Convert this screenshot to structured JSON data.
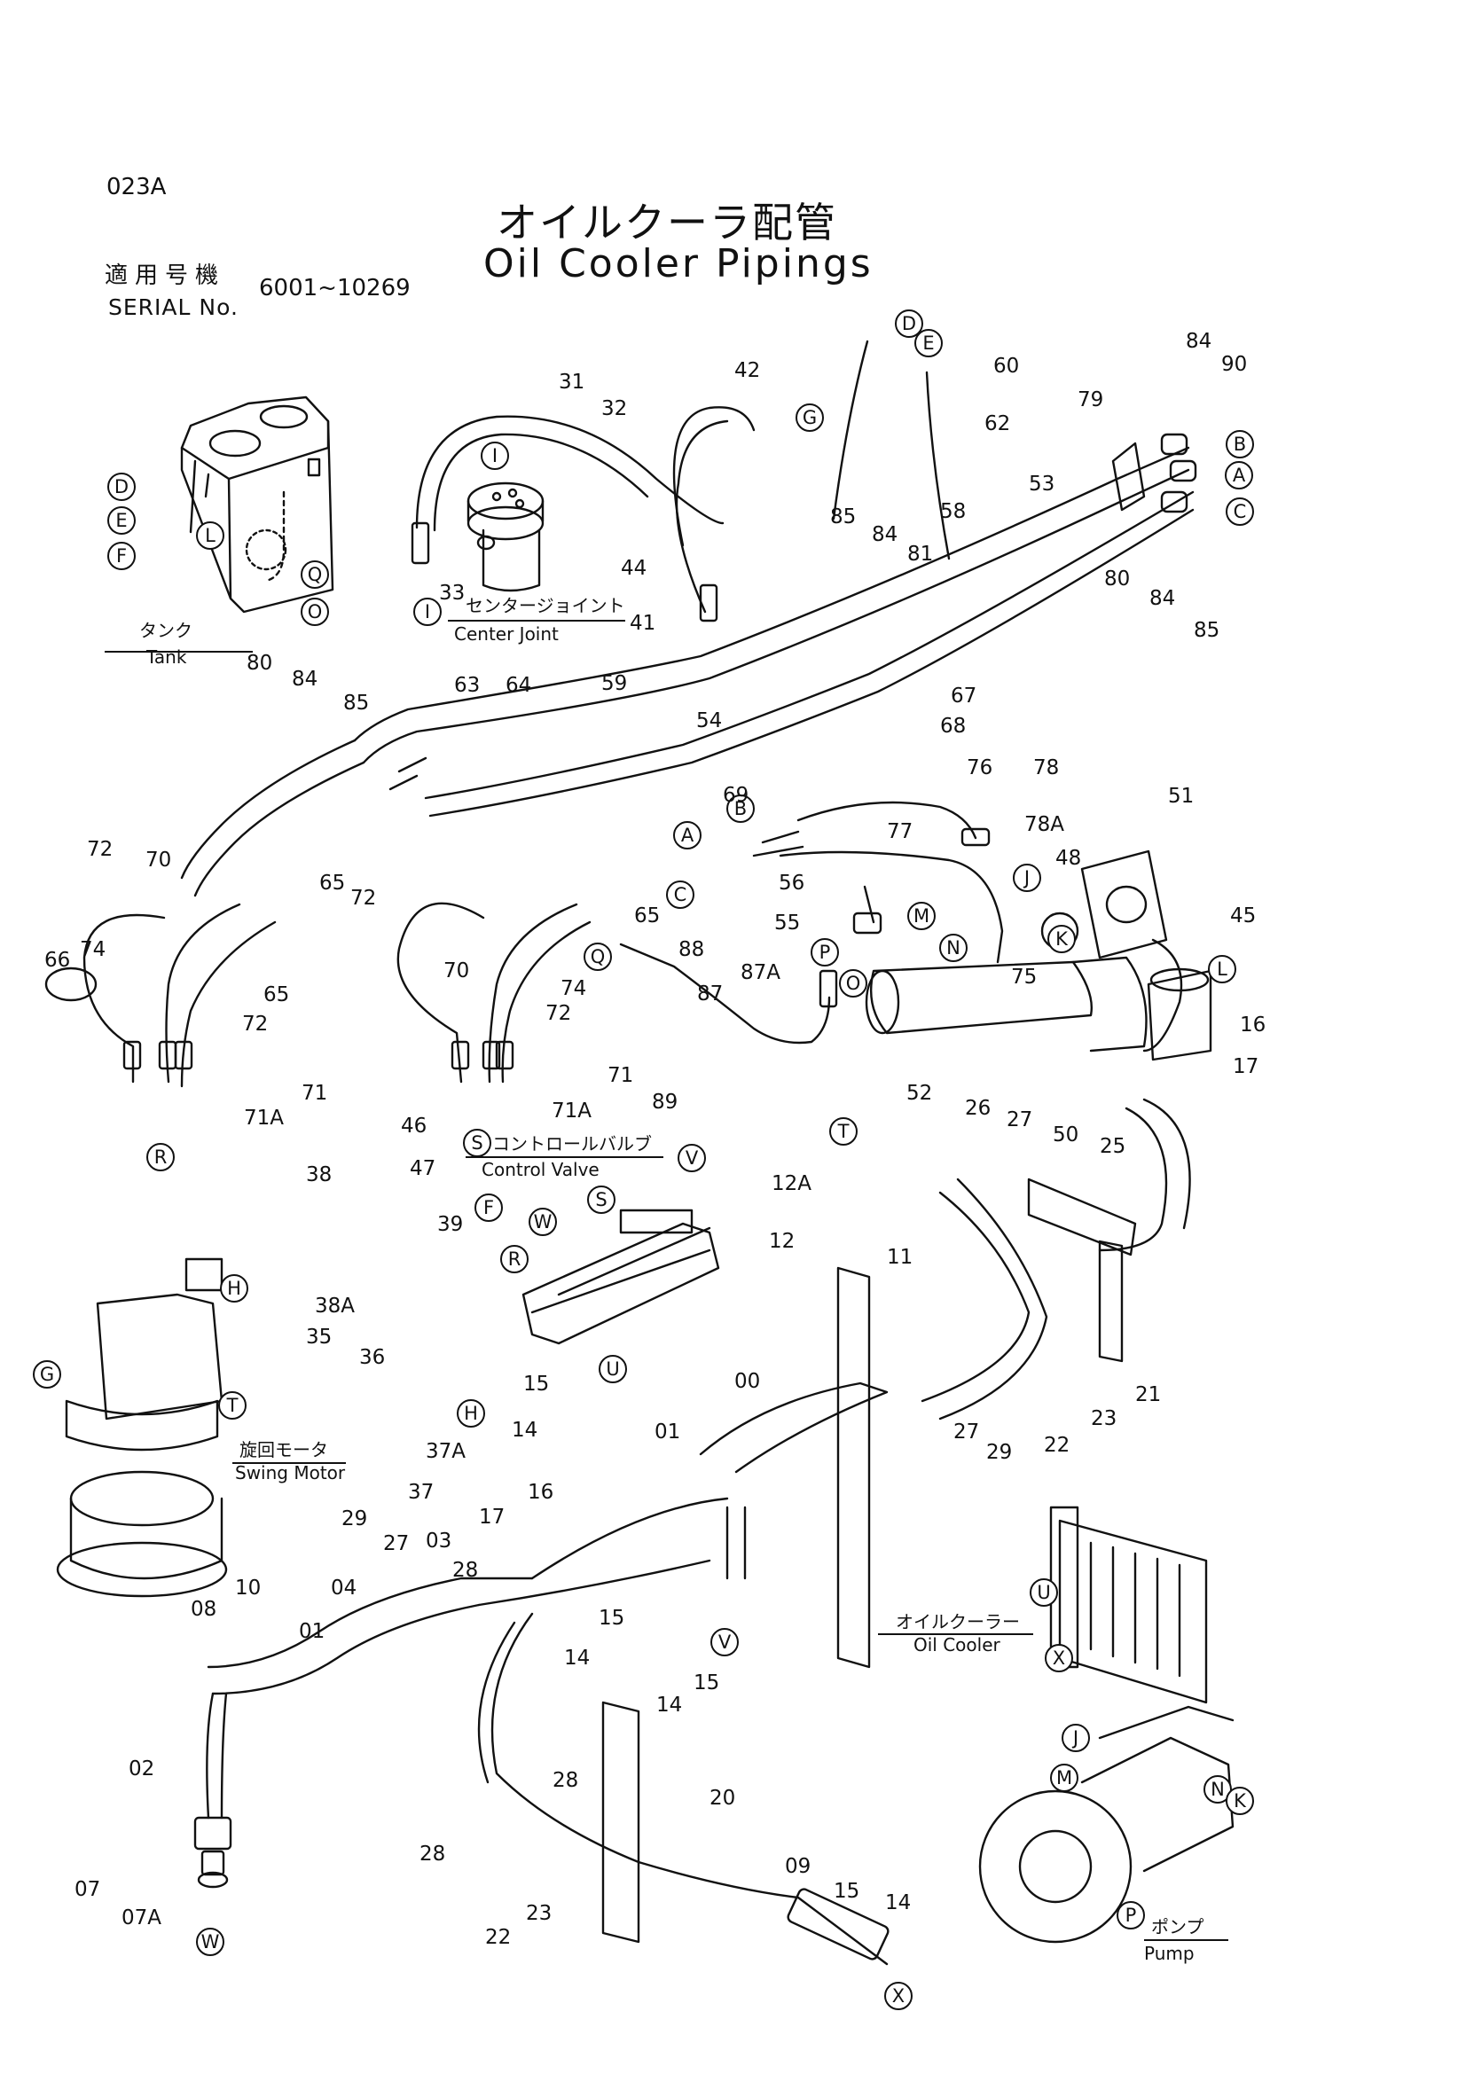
{
  "page_code": "023A",
  "title_jp": "オイルクーラ配管",
  "title_en": "Oil Cooler Pipings",
  "serial_label_jp": "適用号機",
  "serial_label_en": "SERIAL No.",
  "serial_range": "6001~10269",
  "captions": {
    "tank_jp": "タンク",
    "tank_en": "Tank",
    "center_joint_jp": "センタージョイント",
    "center_joint_en": "Center Joint",
    "control_valve_jp": "コントロールバルブ",
    "control_valve_en": "Control Valve",
    "swing_motor_jp": "旋回モータ",
    "swing_motor_en": "Swing Motor",
    "oil_cooler_jp": "オイルクーラー",
    "oil_cooler_en": "Oil Cooler",
    "pump_jp": "ポンプ",
    "pump_en": "Pump"
  },
  "refs": {
    "D1": "D",
    "E1": "E",
    "F1": "F",
    "L1": "L",
    "Q1": "Q",
    "O1": "O",
    "I1": "I",
    "I2": "I",
    "D2": "D",
    "E2": "E",
    "G1": "G",
    "B1": "B",
    "A1": "A",
    "C1": "C",
    "B2": "B",
    "A2": "A",
    "C2": "C",
    "J1": "J",
    "M1": "M",
    "N1": "N",
    "K1": "K",
    "L2": "L",
    "Q2": "Q",
    "P1": "P",
    "O2": "O",
    "R1": "R",
    "S1": "S",
    "V1": "V",
    "F2": "F",
    "H1": "H",
    "G2": "G",
    "T1": "T",
    "H2": "H",
    "W1": "W",
    "S2": "S",
    "R2": "R",
    "T2": "T",
    "U1": "U",
    "V2": "V",
    "W2": "W",
    "U2": "U",
    "X1": "X",
    "J2": "J",
    "M2": "M",
    "N2": "N",
    "K2": "K",
    "P2": "P",
    "X2": "X"
  },
  "parts": {
    "p84a": "84",
    "p90": "90",
    "p60": "60",
    "p42": "42",
    "p31": "31",
    "p32": "32",
    "p62": "62",
    "p79": "79",
    "p53": "53",
    "p85a": "85",
    "p84b": "84",
    "p81": "81",
    "p58": "58",
    "p80a": "80",
    "p84c": "84",
    "p85b": "85",
    "p44": "44",
    "p33": "33",
    "p41": "41",
    "p80b": "80",
    "p84d": "84",
    "p85c": "85",
    "p63": "63",
    "p64": "64",
    "p59": "59",
    "p54": "54",
    "p67": "67",
    "p68": "68",
    "p76": "76",
    "p78": "78",
    "p78A": "78A",
    "p69": "69",
    "p77": "77",
    "p51": "51",
    "p48": "48",
    "p45": "45",
    "p72a": "72",
    "p70a": "70",
    "p65a": "65",
    "p72b": "72",
    "p65b": "65",
    "p66": "66",
    "p74a": "74",
    "p65c": "65",
    "p56": "56",
    "p55": "55",
    "p75": "75",
    "p70b": "70",
    "p88": "88",
    "p87A": "87A",
    "p74b": "74",
    "p72c": "72",
    "p72d": "72",
    "p87": "87",
    "p16a": "16",
    "p17a": "17",
    "p71a": "71",
    "p71Aa": "71A",
    "p71b": "71",
    "p71Ab": "71A",
    "p89": "89",
    "p52": "52",
    "p26": "26",
    "p27a": "27",
    "p50": "50",
    "p25": "25",
    "p46": "46",
    "p47": "47",
    "p38": "38",
    "p39": "39",
    "p12A": "12A",
    "p12": "12",
    "p11": "11",
    "p38A": "38A",
    "p36": "36",
    "p35": "35",
    "p15a": "15",
    "p01a": "01",
    "p00": "00",
    "p14a": "14",
    "p37A": "37A",
    "p37": "37",
    "p21": "21",
    "p22a": "22",
    "p23a": "23",
    "p27b": "27",
    "p29a": "29",
    "p16b": "16",
    "p17b": "17",
    "p03": "03",
    "p29b": "29",
    "p27c": "27",
    "p28a": "28",
    "p04": "04",
    "p10": "10",
    "p08": "08",
    "p01b": "01",
    "p15b": "15",
    "p14b": "14",
    "p14c": "14",
    "p15c": "15",
    "p02": "02",
    "p28b": "28",
    "p20": "20",
    "p07": "07",
    "p07A": "07A",
    "p28c": "28",
    "p09": "09",
    "p15d": "15",
    "p14d": "14",
    "p23b": "23",
    "p22b": "22"
  }
}
